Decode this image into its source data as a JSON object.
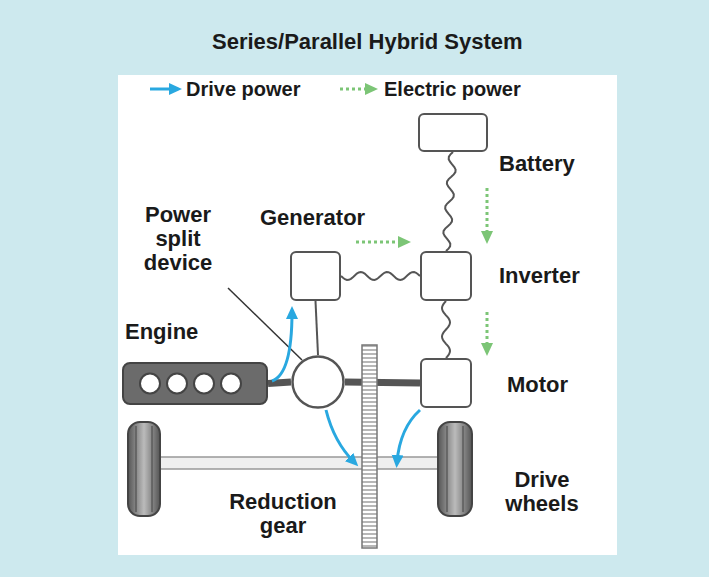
{
  "diagram": {
    "title": "Series/Parallel Hybrid System",
    "nodes": [
      {
        "text": [
          "Battery"
        ]
      },
      {
        "text": [
          "Generator"
        ]
      },
      {
        "text": [
          "Inverter"
        ]
      },
      {
        "text": [
          "Power split device"
        ]
      },
      {
        "text": [
          "Engine"
        ]
      },
      {
        "text": [
          "Motor"
        ]
      }
    ],
    "edges": [
      {
        "from": 0,
        "to": 2,
        "arrow": "none"
      },
      {
        "from": 1,
        "to": 2,
        "arrow": "none"
      },
      {
        "from": 2,
        "to": 5,
        "arrow": "none"
      },
      {
        "from": 4,
        "to": 3,
        "arrow": "none"
      },
      {
        "from": 3,
        "to": 1,
        "arrow": "none"
      },
      {
        "from": 3,
        "to": 5,
        "arrow": "none"
      }
    ],
    "labels": [
      "Reduction gear",
      "Drive wheels"
    ],
    "legend": [
      {
        "text": "Drive power"
      },
      {
        "text": "Electric power"
      }
    ]
  }
}
